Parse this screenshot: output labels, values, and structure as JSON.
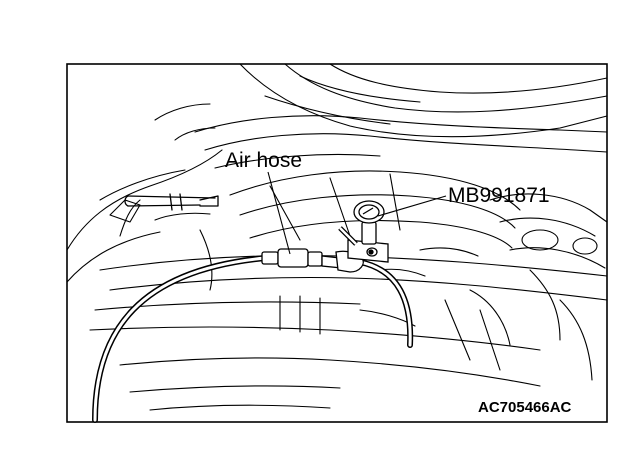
{
  "callouts": {
    "air_hose": "Air hose",
    "tool": "MB991871"
  },
  "figure_code": "AC705466AC",
  "colors": {
    "line": "#000000",
    "background": "#ffffff"
  }
}
